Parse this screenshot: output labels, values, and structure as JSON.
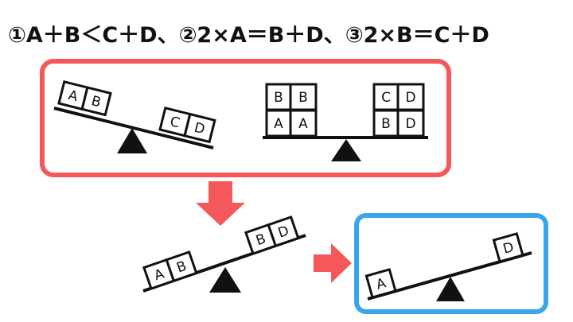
{
  "header": {
    "text": "①A＋B＜C＋D、②2×A＝B＋D、③2×B＝C＋D"
  },
  "colors": {
    "red_frame": "#f4585a",
    "blue_frame": "#3aa6ea",
    "arrow": "#f4585a",
    "ink": "#111111"
  },
  "scale1": {
    "left": [
      "A",
      "B"
    ],
    "right": [
      "C",
      "D"
    ]
  },
  "scale2": {
    "left_top": [
      "B",
      "B"
    ],
    "left_bottom": [
      "A",
      "A"
    ],
    "right_top": [
      "C",
      "D"
    ],
    "right_bottom": [
      "B",
      "D"
    ]
  },
  "scale3": {
    "left": [
      "A",
      "B"
    ],
    "right": [
      "B",
      "D"
    ]
  },
  "scale4": {
    "left": [
      "A"
    ],
    "right": [
      "D"
    ]
  },
  "icons": [
    "arrow-down-icon",
    "arrow-right-icon",
    "fulcrum-triangle-icon"
  ]
}
